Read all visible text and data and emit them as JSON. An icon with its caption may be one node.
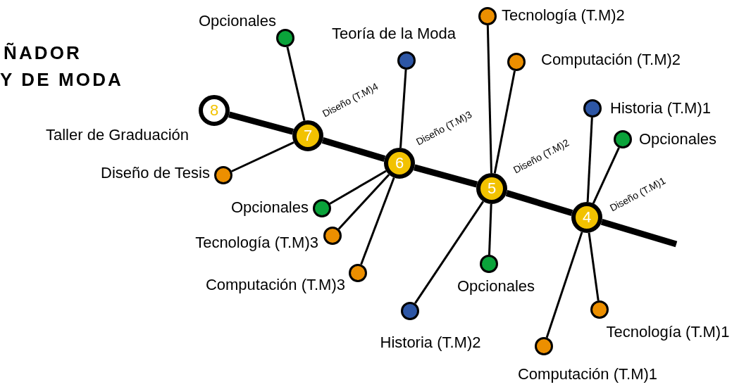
{
  "diagram": {
    "nodes": [
      {
        "text": [
          "8"
        ],
        "beside": [
          "Taller de Graduación"
        ]
      },
      {
        "text": [
          "7"
        ]
      },
      {
        "text": [
          "6"
        ]
      },
      {
        "text": [
          "5"
        ]
      },
      {
        "text": [
          "4"
        ]
      },
      {
        "text": [
          "Opcionales"
        ]
      },
      {
        "text": [
          "Diseño de Tesis"
        ]
      },
      {
        "text": [
          "Teoría de la Moda"
        ]
      },
      {
        "text": [
          "Opcionales"
        ]
      },
      {
        "text": [
          "Tecnología (T.M)3"
        ]
      },
      {
        "text": [
          "Computación (T.M)3"
        ]
      },
      {
        "text": [
          "Tecnología (T.M)2"
        ]
      },
      {
        "text": [
          "Computación (T.M)2"
        ]
      },
      {
        "text": [
          "Historia (T.M)1"
        ]
      },
      {
        "text": [
          "Opcionales"
        ]
      },
      {
        "text": [
          "Opcionales"
        ]
      },
      {
        "text": [
          "Historia (T.M)2"
        ]
      },
      {
        "text": [
          "Tecnología (T.M)1"
        ]
      },
      {
        "text": [
          "Computación (T.M)1"
        ]
      }
    ],
    "edges": [
      {
        "from": 0,
        "to": 1,
        "arrow": "none",
        "style": "thick"
      },
      {
        "from": 1,
        "to": 2,
        "arrow": "none",
        "style": "thick",
        "label": "Diseño (T.M)4"
      },
      {
        "from": 2,
        "to": 3,
        "arrow": "none",
        "style": "thick",
        "label": "Diseño (T.M)3"
      },
      {
        "from": 3,
        "to": 4,
        "arrow": "none",
        "style": "thick",
        "label": "Diseño (T.M)2"
      },
      {
        "from": 4,
        "to": null,
        "arrow": "none",
        "style": "thick",
        "label": "Diseño (T.M)1"
      },
      {
        "from": 1,
        "to": 5,
        "arrow": "none"
      },
      {
        "from": 1,
        "to": 6,
        "arrow": "none"
      },
      {
        "from": 2,
        "to": 7,
        "arrow": "none"
      },
      {
        "from": 2,
        "to": 8,
        "arrow": "none"
      },
      {
        "from": 2,
        "to": 9,
        "arrow": "none"
      },
      {
        "from": 2,
        "to": 10,
        "arrow": "none"
      },
      {
        "from": 3,
        "to": 11,
        "arrow": "none"
      },
      {
        "from": 3,
        "to": 12,
        "arrow": "none"
      },
      {
        "from": 4,
        "to": 13,
        "arrow": "none"
      },
      {
        "from": 4,
        "to": 14,
        "arrow": "none"
      },
      {
        "from": 3,
        "to": 15,
        "arrow": "none"
      },
      {
        "from": 3,
        "to": 16,
        "arrow": "none"
      },
      {
        "from": 4,
        "to": 17,
        "arrow": "none"
      },
      {
        "from": 4,
        "to": 18,
        "arrow": "none"
      }
    ],
    "labels": [
      "ÑADOR",
      "Y DE MODA"
    ]
  }
}
